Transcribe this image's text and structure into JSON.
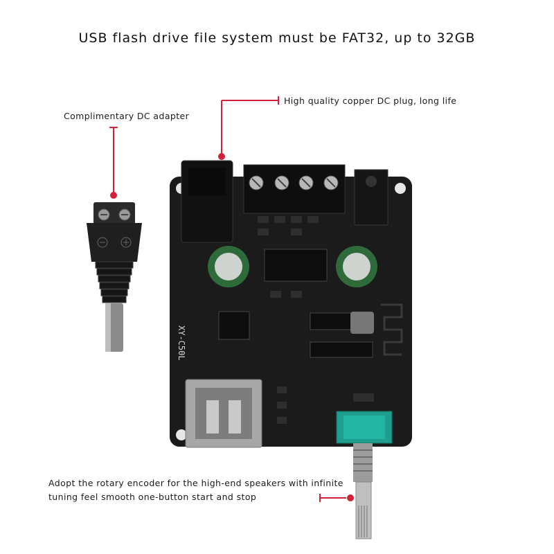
{
  "title": "USB flash drive file system must be FAT32, up to 32GB",
  "callouts": {
    "dc_adapter": "Complimentary DC adapter",
    "dc_plug": "High quality copper DC plug, long life",
    "encoder_line1": "Adopt the rotary encoder for the high-end speakers with infinite",
    "encoder_line2": "tuning feel smooth one-button start and stop"
  },
  "board": {
    "model_label": "XY-C50L"
  },
  "colors": {
    "accent": "#d0213a",
    "pcb": "#1b1b1b",
    "capacitor": "#2f6b3a",
    "encoder_base": "#1f9e8e",
    "background": "#ffffff"
  }
}
